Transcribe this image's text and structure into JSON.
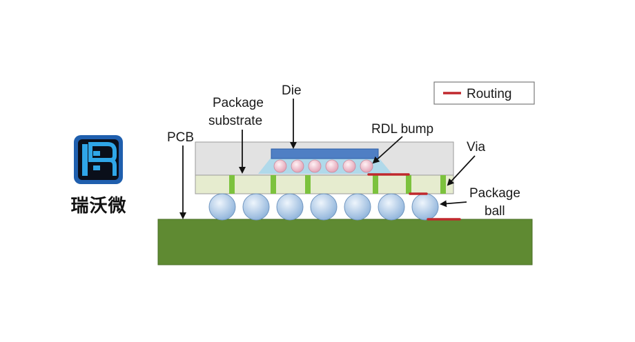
{
  "brand": {
    "logo_icon": "rovi-logo-icon",
    "name": "瑞沃微",
    "colors": {
      "frame": "#1f5fae",
      "inner": "#0a0f1a",
      "mark": "#2fa6e8"
    }
  },
  "labels": {
    "die": "Die",
    "package_substrate": [
      "Package",
      "substrate"
    ],
    "pcb": "PCB",
    "rdl_bump": "RDL bump",
    "via": "Via",
    "package_ball": [
      "Package",
      "ball"
    ]
  },
  "legend": {
    "routing": "Routing",
    "routing_color": "#c0282d"
  },
  "colors": {
    "pcb": "#5f8a32",
    "substrate": "#e6eccf",
    "mold": "#e2e2e2",
    "die": "#4f7fc4",
    "bump": "#f1c6d2",
    "ball": "#b7d0ea",
    "via": "#7cc23d",
    "underfill": "#8fd0ea"
  }
}
